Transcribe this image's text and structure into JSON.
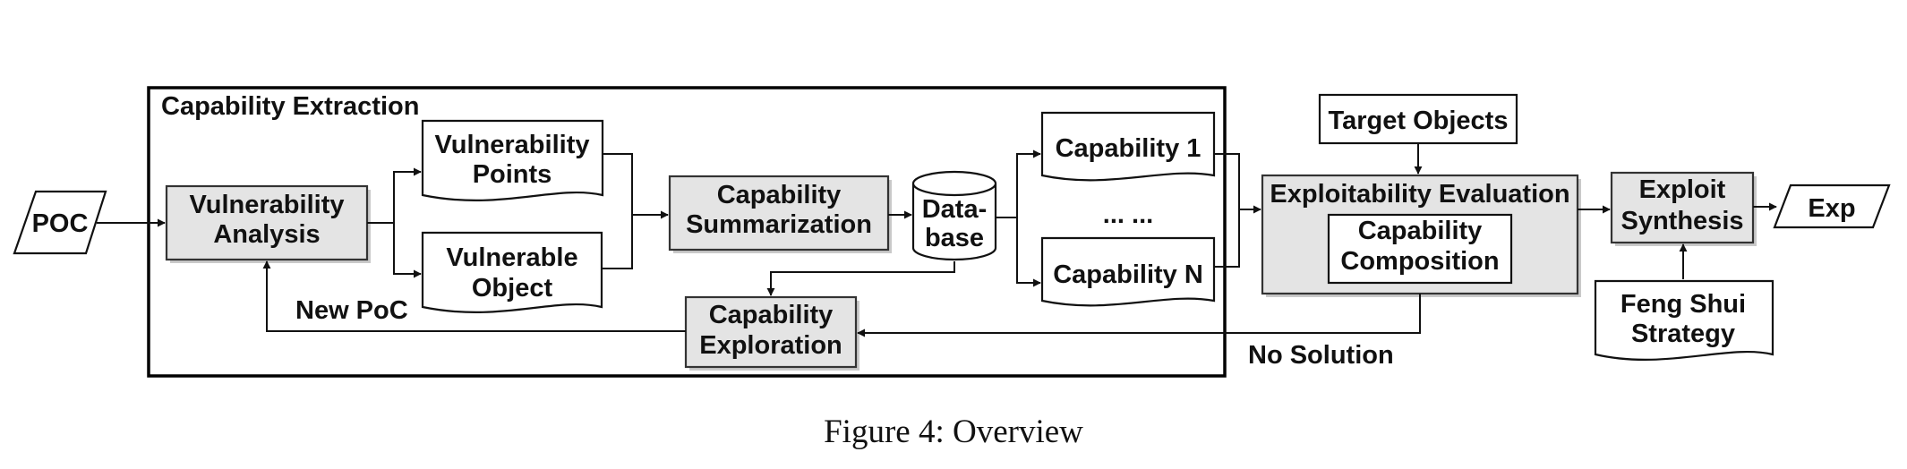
{
  "container": {
    "title": "Capability Extraction"
  },
  "nodes": {
    "poc": "POC",
    "vuln_analysis": [
      "Vulnerability",
      "Analysis"
    ],
    "vuln_points": [
      "Vulnerability",
      "Points"
    ],
    "vuln_object": [
      "Vulnerable",
      "Object"
    ],
    "cap_summarization": [
      "Capability",
      "Summarization"
    ],
    "database": [
      "Data-",
      "base"
    ],
    "capability_1": "Capability 1",
    "ellipsis": "... ...",
    "capability_n": "Capability N",
    "cap_exploration": [
      "Capability",
      "Exploration"
    ],
    "target_objects": "Target Objects",
    "exploit_eval": "Exploitability Evaluation",
    "cap_composition": [
      "Capability",
      "Composition"
    ],
    "exploit_synthesis": [
      "Exploit",
      "Synthesis"
    ],
    "exp": "Exp",
    "feng_shui": [
      "Feng Shui",
      "Strategy"
    ]
  },
  "edge_labels": {
    "new_poc": "New PoC",
    "no_solution": "No Solution"
  },
  "caption": "Figure 4: Overview",
  "colors": {
    "process_fill": "#e4e4e4",
    "stroke": "#111111",
    "background": "#ffffff"
  }
}
